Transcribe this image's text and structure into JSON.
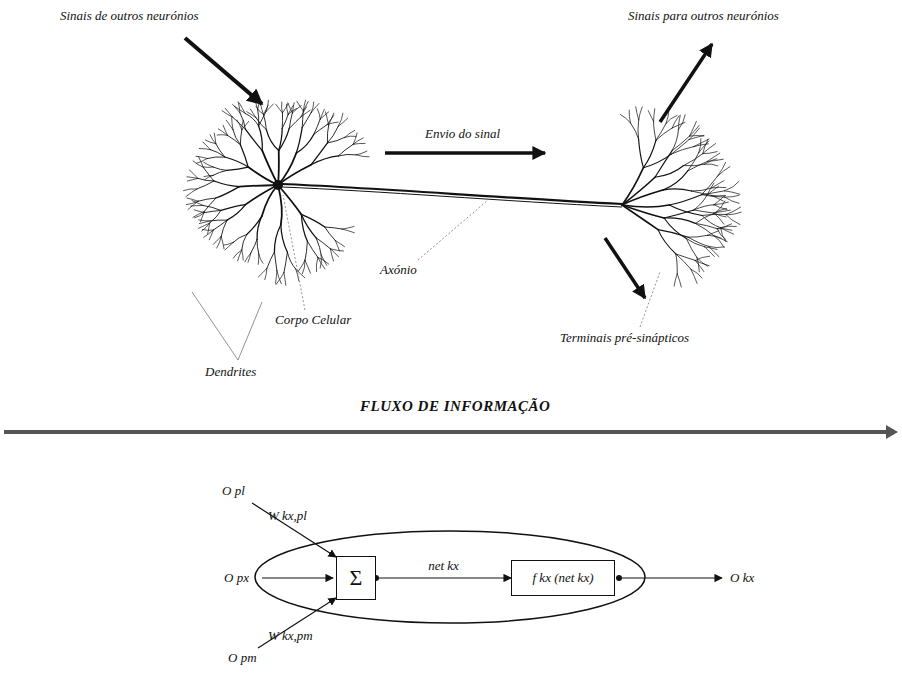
{
  "diagram": {
    "nodes": [
      {
        "text": [
          "Σ"
        ]
      },
      {
        "text": [
          "f kx (net kx)"
        ]
      }
    ],
    "edges": [
      {
        "from": 0,
        "to": 1,
        "label": "net kx",
        "arrow": "to"
      }
    ],
    "labels": [
      "Sinais de outros neurónios",
      "Sinais para outros neurónios",
      "Envio do sinal",
      "Axónio",
      "Terminais pré-sinápticos",
      "Corpo Celular",
      "Dendrites",
      "FLUXO DE INFORMAÇÃO",
      "O pl",
      "W kx,pl",
      "O px",
      "O pm",
      "W kx,pm",
      "O kx"
    ]
  }
}
